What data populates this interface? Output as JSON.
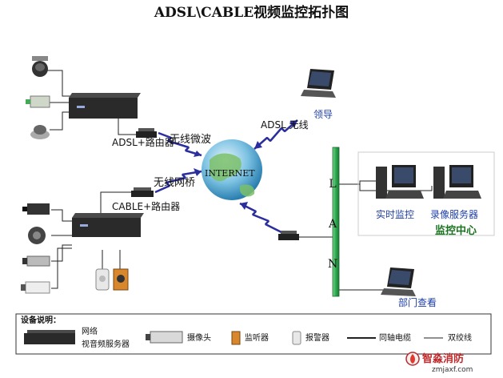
{
  "title": "ADSL\\CABLE视频监控拓扑图",
  "labels": {
    "adsl_router": "ADSL+路由器",
    "cable_router": "CABLE+路由器",
    "wireless_microwave": "无线微波",
    "wireless_bridge": "无线网桥",
    "adsl_wireless": "ADSL 无线",
    "internet": "INTERNET",
    "leader": "领导",
    "realtime_monitor": "实时监控",
    "record_server": "录像服务器",
    "monitor_center": "监控中心",
    "dept_view": "部门查看",
    "lan_letters": [
      "L",
      "A",
      "N"
    ]
  },
  "legend": {
    "title": "设备说明：",
    "network_label_1": "网络",
    "network_label_2": "视音频服务器",
    "camera": "摄像头",
    "listener": "监听器",
    "alarm": "报警器",
    "coax": "同轴电缆",
    "twisted": "双绞线"
  },
  "brand": {
    "name": "智淼消防",
    "url": "zmjaxf.com"
  },
  "colors": {
    "lan_bar": "#2fa84f",
    "wireless": "#2b2f9e",
    "monitor_center": "#19731f",
    "blue_text": "#1f3fa8"
  }
}
